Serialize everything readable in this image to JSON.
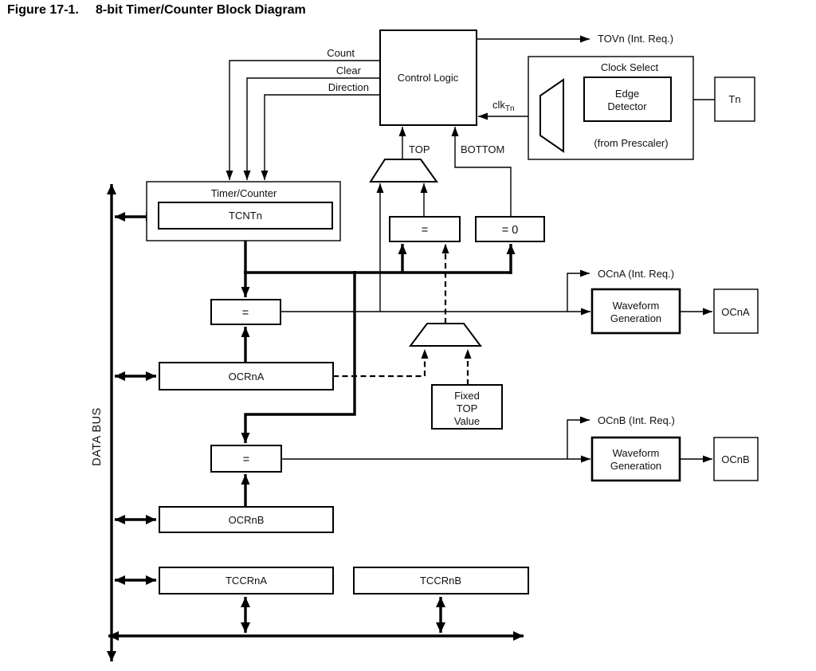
{
  "figure": {
    "number": "Figure 17-1.",
    "title": "8-bit Timer/Counter Block Diagram"
  },
  "colors": {
    "ink": "#000000",
    "background": "#ffffff"
  },
  "blocks": {
    "control_logic": "Control Logic",
    "timer_counter": "Timer/Counter",
    "tcnt": "TCNTn",
    "ocra": "OCRnA",
    "ocrb": "OCRnB",
    "tccra": "TCCRnA",
    "tccrb": "TCCRnB",
    "clock_select": "Clock Select",
    "edge_detector": [
      "Edge",
      "Detector"
    ],
    "tn_pin": "Tn",
    "fixed_top": [
      "Fixed",
      "TOP",
      "Value"
    ],
    "waveform_generation": [
      "Waveform",
      "Generation"
    ],
    "ocna": "OCnA",
    "ocnb": "OCnB",
    "eq": "=",
    "eq_zero": "= 0"
  },
  "signals": {
    "count": "Count",
    "clear": "Clear",
    "direction": "Direction",
    "top": "TOP",
    "bottom": "BOTTOM",
    "tov_irq": "TOVn (Int. Req.)",
    "ocna_irq": "OCnA (Int. Req.)",
    "ocnb_irq": "OCnB (Int. Req.)",
    "clk_base": "clk",
    "clk_sub": "Tn",
    "from_prescaler": "(from Prescaler)",
    "data_bus": "DATA BUS"
  }
}
